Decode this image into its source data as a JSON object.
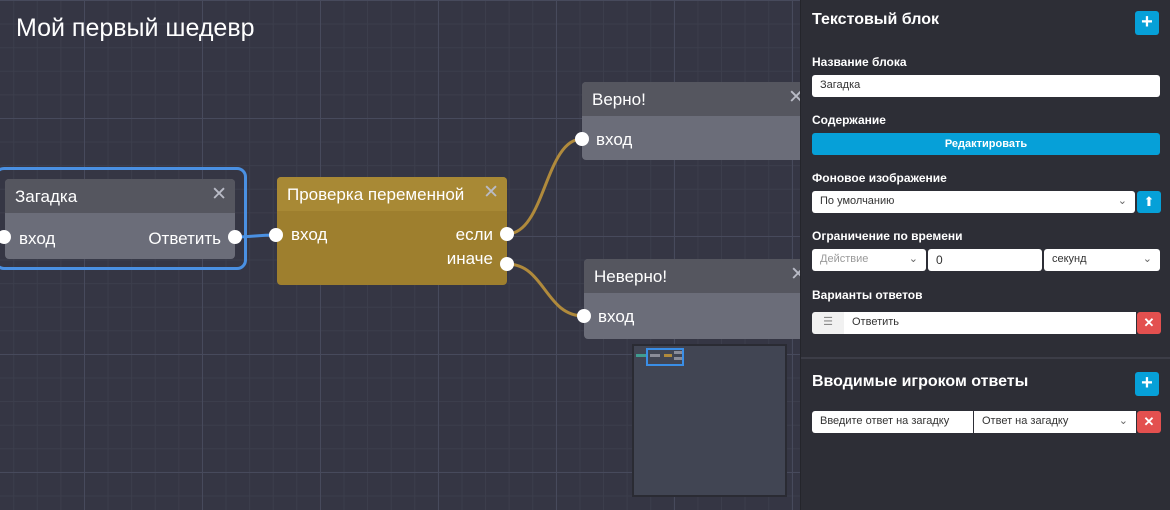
{
  "canvas": {
    "title": "Мой первый шедевр",
    "nodes": {
      "riddle": {
        "title": "Загадка",
        "input": "вход",
        "output": "Ответить"
      },
      "check": {
        "title": "Проверка переменной",
        "input": "вход",
        "output_if": "если",
        "output_else": "иначе"
      },
      "correct": {
        "title": "Верно!",
        "input": "вход"
      },
      "wrong": {
        "title": "Неверно!",
        "input": "вход"
      }
    },
    "close_glyph": "✕"
  },
  "panel": {
    "title": "Текстовый блок",
    "add_glyph": "+",
    "block_name_label": "Название блока",
    "block_name_value": "Загадка",
    "content_label": "Содержание",
    "edit_button": "Редактировать",
    "background_label": "Фоновое изображение",
    "background_value": "По умолчанию",
    "time_limit_label": "Ограничение по времени",
    "time_action_value": "Действие",
    "time_amount_value": "0",
    "time_unit_value": "секунд",
    "answers_label": "Варианты ответов",
    "answer_value": "Ответить",
    "player_answers_title": "Вводимые игроком ответы",
    "player_answer_placeholder": "Введите ответ на загадку",
    "player_answer_target": "Ответ на загадку",
    "remove_glyph": "✕",
    "menu_glyph": "☰",
    "chevron_glyph": "⌄",
    "upload_glyph": "⬆"
  },
  "colors": {
    "accent": "#06a0d8",
    "danger": "#e3504f",
    "check_node": "#9e7f2e",
    "selection": "#4a90e2",
    "wire_blue": "#4a90e2",
    "wire_gold": "#b08a3c"
  }
}
